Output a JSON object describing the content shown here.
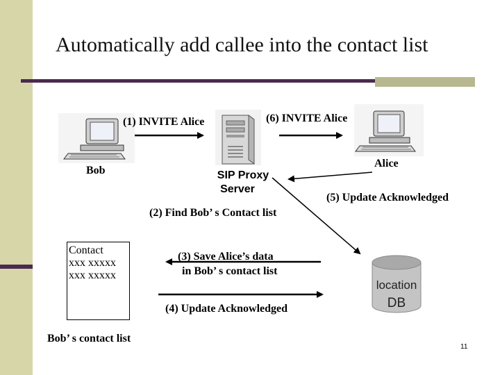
{
  "slide": {
    "title": "Automatically add callee into the contact list",
    "page_number": "11"
  },
  "nodes": {
    "bob": "Bob",
    "alice": "Alice",
    "proxy_line1": "SIP Proxy",
    "proxy_line2": "Server",
    "db_line1": "location",
    "db_line2": "DB",
    "contact_list_caption": "Bob’ s contact list"
  },
  "contact_box": {
    "header": "Contact",
    "rows": [
      "xxx xxxxx",
      "xxx xxxxx"
    ]
  },
  "steps": {
    "s1": "(1) INVITE Alice",
    "s2": "(2) Find Bob’ s Contact list",
    "s3_line1": "(3) Save Alice’s data",
    "s3_line2": "in Bob’ s contact list",
    "s4": "(4) Update Acknowledged",
    "s5": "(5) Update Acknowledged",
    "s6": "(6) INVITE Alice"
  }
}
